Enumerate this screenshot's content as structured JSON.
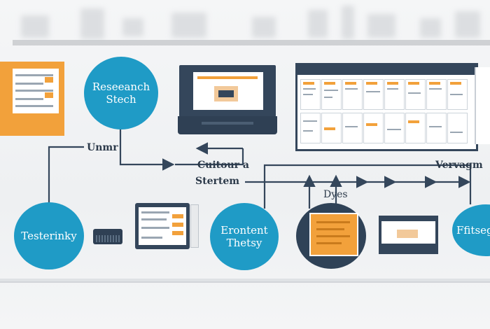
{
  "nodes": {
    "research": "Reseeanch\nStech",
    "testing": "Testerinky",
    "content": "Erontent\nThetsy",
    "right": "Ffitseg"
  },
  "labels": {
    "unmr": "Unmr",
    "cuitour": "Cuitour a",
    "stertem": "Stertem",
    "vervagm": "Vervagm",
    "dyes": "Dyes"
  },
  "colors": {
    "accent_blue": "#1f9bc6",
    "navy": "#2f4257",
    "orange": "#f2a13b",
    "connector": "#34465b"
  },
  "icons": [
    "checklist-card-icon",
    "laptop-icon",
    "dashboard-icon",
    "tablet-icon",
    "device-icon",
    "notebook-icon",
    "monitor-icon"
  ]
}
